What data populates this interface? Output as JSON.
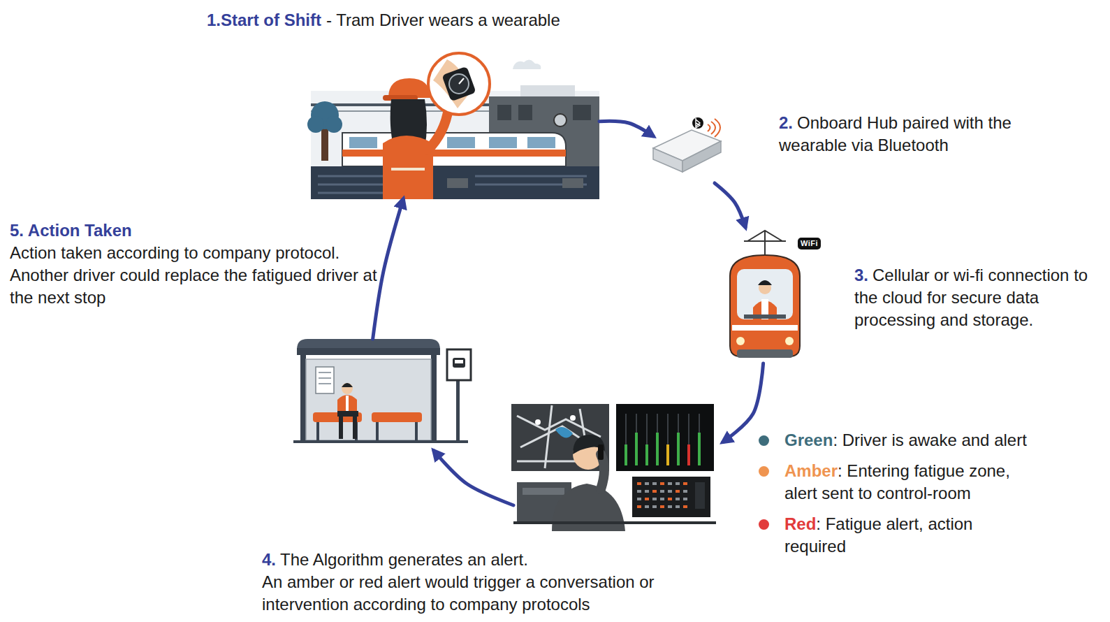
{
  "diagram": {
    "nodes": [
      {
        "text": [
          "1.Start of Shift",
          "- Tram Driver wears a wearable"
        ]
      },
      {
        "text": [
          "2.",
          "Onboard Hub paired with the wearable via Bluetooth"
        ]
      },
      {
        "text": [
          "3.",
          "Cellular or wi-fi connection to the cloud for secure data processing and storage."
        ]
      },
      {
        "text": [
          "4.",
          "The Algorithm generates an alert.",
          "An amber or red alert would trigger a conversation or intervention according to company protocols"
        ]
      },
      {
        "text": [
          "5. Action Taken",
          "Action taken according to company protocol.",
          "Another driver could replace the fatigued driver at the next stop"
        ]
      }
    ],
    "edges": [
      {
        "from": 0,
        "to": 1,
        "arrow": "to"
      },
      {
        "from": 1,
        "to": 2,
        "arrow": "to"
      },
      {
        "from": 2,
        "to": 3,
        "arrow": "to"
      },
      {
        "from": 3,
        "to": 4,
        "arrow": "to"
      },
      {
        "from": 4,
        "to": 0,
        "arrow": "to"
      }
    ],
    "labels": [
      "WiFi"
    ],
    "legend": [
      {
        "text": "Green: Driver is awake and alert",
        "color": "#3e6d7c"
      },
      {
        "text": "Amber: Entering fatigue zone, alert sent to control-room",
        "color": "#ef9450"
      },
      {
        "text": "Red: Fatigue alert, action required",
        "color": "#e23b3b"
      }
    ]
  }
}
